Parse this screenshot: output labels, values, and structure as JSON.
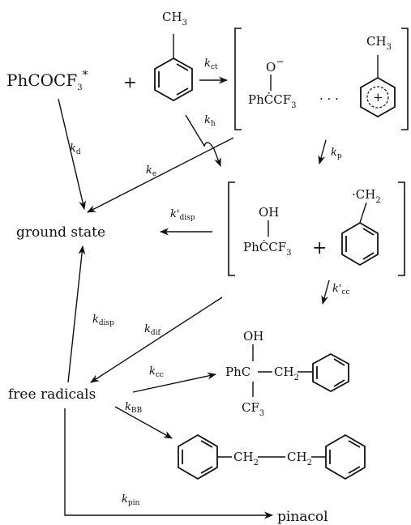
{
  "species": {
    "ketone_star": "PhCOCF",
    "ketone_star_sub": "3",
    "ketone_star_sup": "*",
    "plus": "+",
    "toluene_methyl": "CH",
    "toluene_methyl_sub": "3",
    "ct_oxygen": "O",
    "ct_oxygen_charge": "−",
    "ct_carbon": "PhĊCF",
    "ct_carbon_sub": "3",
    "ct_dots": "· · ·",
    "ct_ring_charge": "+",
    "ct_methyl": "CH",
    "ct_methyl_sub": "3",
    "rp_oh": "OH",
    "rp_carbon": "PhĊCF",
    "rp_carbon_sub": "3",
    "rp_plus": "+",
    "rp_benzyl": "·CH",
    "rp_benzyl_sub": "2",
    "ground_state": "ground state",
    "free_radicals": "free radicals",
    "prod_oh": "OH",
    "prod_phc": "PhC",
    "prod_ch2": "CH",
    "prod_ch2_sub": "2",
    "prod_cf3": "CF",
    "prod_cf3_sub": "3",
    "bibenzyl_ch2a": "CH",
    "bibenzyl_ch2a_sub": "2",
    "bibenzyl_ch2b": "CH",
    "bibenzyl_ch2b_sub": "2",
    "pinacol": "pinacol"
  },
  "rates": {
    "ct": {
      "k": "k",
      "sub": "ct"
    },
    "d": {
      "k": "k",
      "sub": "d"
    },
    "h": {
      "k": "k",
      "sub": "h"
    },
    "e": {
      "k": "k",
      "sub": "e"
    },
    "p": {
      "k": "k",
      "sub": "p"
    },
    "disp_prime": {
      "k": "k'",
      "sub": "disp"
    },
    "cc_prime": {
      "k": "k'",
      "sub": "cc"
    },
    "disp": {
      "k": "k",
      "sub": "disp"
    },
    "dif": {
      "k": "k",
      "sub": "dif"
    },
    "cc": {
      "k": "k",
      "sub": "cc"
    },
    "bb": {
      "k": "k",
      "sub": "BB"
    },
    "pin": {
      "k": "k",
      "sub": "pin"
    }
  }
}
